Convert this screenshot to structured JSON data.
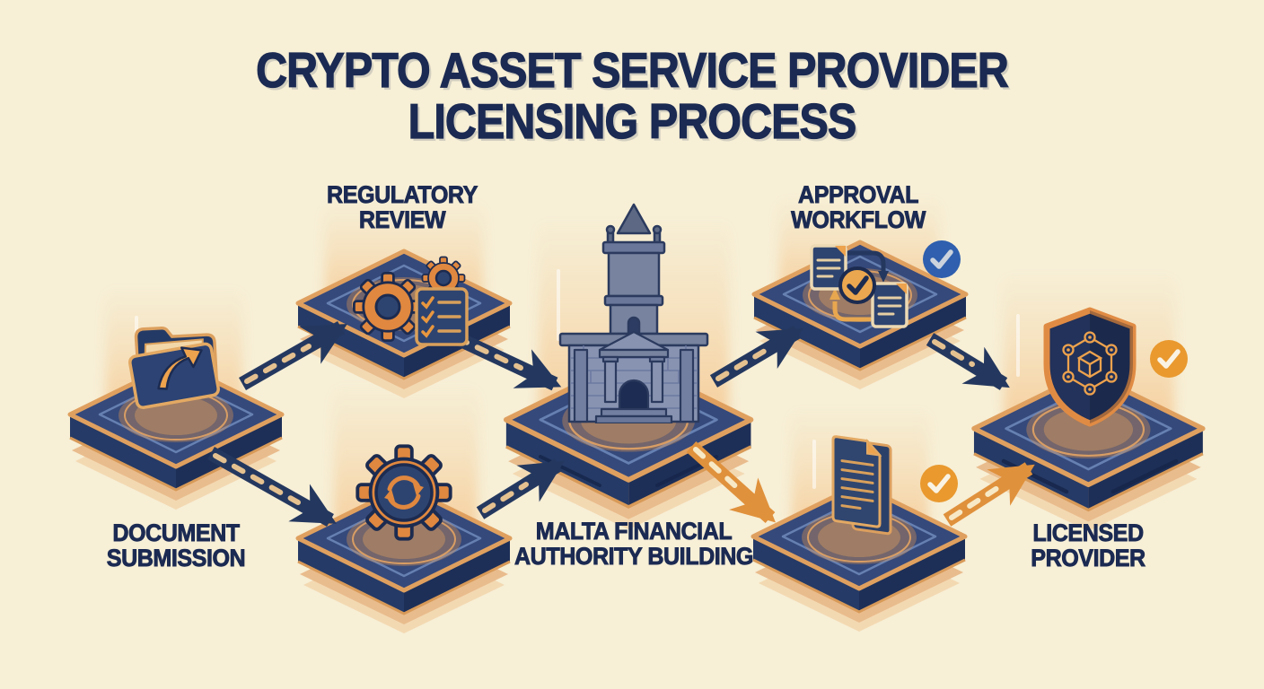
{
  "title": {
    "line1": "CRYPTO ASSET SERVICE PROVIDER",
    "line2": "LICENSING PROCESS"
  },
  "nodes": {
    "document_submission": {
      "label_line1": "DOCUMENT",
      "label_line2": "SUBMISSION",
      "icon": "folder-upload-icon"
    },
    "regulatory_review": {
      "label_line1": "REGULATORY",
      "label_line2": "REVIEW",
      "icon": "gears-checklist-icon"
    },
    "processing_gear": {
      "icon": "sync-gear-icon"
    },
    "malta_financial_authority": {
      "label_line1": "MALTA FINANCIAL",
      "label_line2": "AUTHORITY BUILDING",
      "icon": "authority-building-icon"
    },
    "approval_workflow": {
      "label_line1": "APPROVAL",
      "label_line2": "WORKFLOW",
      "icon": "documents-cycle-check-icon",
      "badge": "blue-check-badge"
    },
    "approved_documents": {
      "icon": "approved-document-icon",
      "badge": "orange-check-badge"
    },
    "licensed_provider": {
      "label_line1": "LICENSED",
      "label_line2": "PROVIDER",
      "icon": "shield-network-icon",
      "badge": "orange-check-badge"
    }
  },
  "flow": [
    {
      "from": "document-submission",
      "to": "regulatory-review",
      "style": "navy-dashed"
    },
    {
      "from": "document-submission",
      "to": "processing-gear",
      "style": "navy-dashed"
    },
    {
      "from": "regulatory-review",
      "to": "malta-financial-authority",
      "style": "navy-dashed"
    },
    {
      "from": "processing-gear",
      "to": "malta-financial-authority",
      "style": "navy-dashed"
    },
    {
      "from": "malta-financial-authority",
      "to": "approval-workflow",
      "style": "navy-dashed"
    },
    {
      "from": "malta-financial-authority",
      "to": "approved-documents",
      "style": "orange-dashed"
    },
    {
      "from": "approval-workflow",
      "to": "licensed-provider",
      "style": "navy-dashed"
    },
    {
      "from": "approved-documents",
      "to": "licensed-provider",
      "style": "orange-dashed"
    }
  ],
  "colors": {
    "background": "#f7efd6",
    "text_navy": "#1b2a52",
    "platform_top": "#35497b",
    "platform_trim": "#dfa05f",
    "arrow_navy": "#24385f",
    "arrow_orange": "#e0913c",
    "gear_orange": "#e0883f",
    "badge_blue": "#2f5fae",
    "badge_orange": "#e9992e"
  }
}
